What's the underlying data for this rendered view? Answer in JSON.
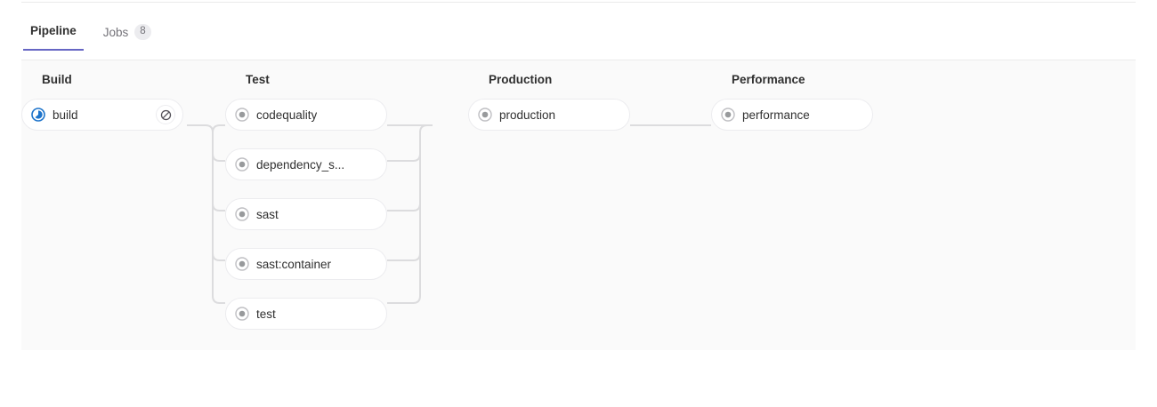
{
  "tabs": [
    {
      "label": "Pipeline",
      "active": true,
      "badge": null,
      "name": "tab-pipeline"
    },
    {
      "label": "Jobs",
      "active": false,
      "badge": "8",
      "name": "tab-jobs"
    }
  ],
  "pipeline": {
    "stages": [
      {
        "title": "Build",
        "jobs": [
          {
            "name": "build",
            "status": "running",
            "status_icon": "status-running-icon",
            "action": "cancel-icon",
            "action_label": "Cancel"
          }
        ]
      },
      {
        "title": "Test",
        "jobs": [
          {
            "name": "codequality",
            "status": "created",
            "status_icon": "status-created-icon",
            "action": null
          },
          {
            "name": "dependency_s...",
            "status": "created",
            "status_icon": "status-created-icon",
            "action": null
          },
          {
            "name": "sast",
            "status": "created",
            "status_icon": "status-created-icon",
            "action": null
          },
          {
            "name": "sast:container",
            "status": "created",
            "status_icon": "status-created-icon",
            "action": null
          },
          {
            "name": "test",
            "status": "created",
            "status_icon": "status-created-icon",
            "action": null
          }
        ]
      },
      {
        "title": "Production",
        "jobs": [
          {
            "name": "production",
            "status": "created",
            "status_icon": "status-created-icon",
            "action": null
          }
        ]
      },
      {
        "title": "Performance",
        "jobs": [
          {
            "name": "performance",
            "status": "created",
            "status_icon": "status-created-icon",
            "action": null
          }
        ]
      }
    ]
  },
  "colors": {
    "accent": "#6666c4",
    "running": "#1f75cb",
    "created": "#989a9c",
    "link": "#dcdcde",
    "panel_bg": "#fafafa",
    "border": "#ececef",
    "text": "#303030",
    "muted_text": "#737278"
  }
}
